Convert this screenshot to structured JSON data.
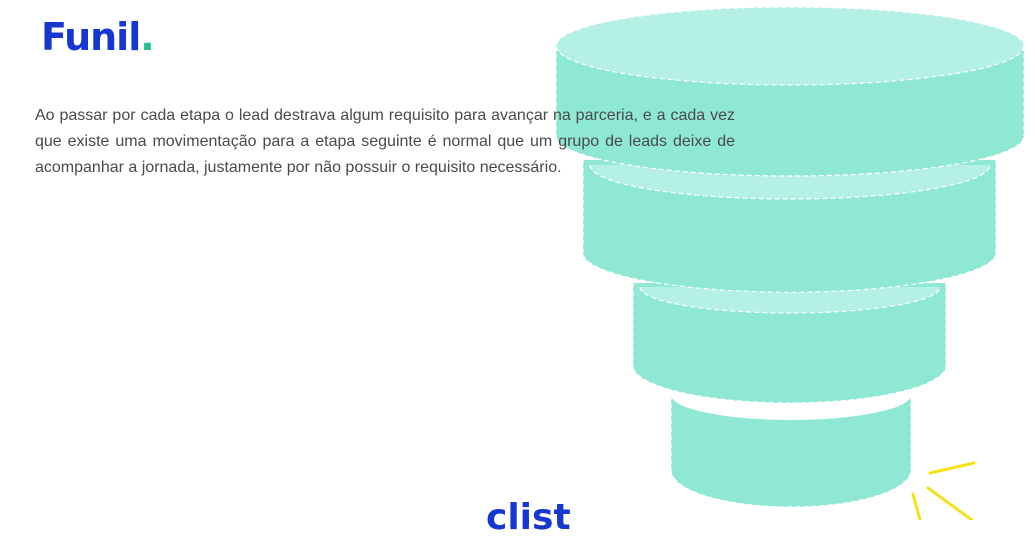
{
  "header": {
    "title": "Funil",
    "title_dot": "."
  },
  "body": {
    "paragraph": "Ao passar por cada etapa o lead destrava algum requisito para avançar na parceria, e a cada vez que existe uma movimentação para a etapa seguinte é normal que um grupo de leads deixe de acompanhar a jornada, justamente por não possuir o requisito necessário."
  },
  "footer": {
    "partial_word": "clist"
  },
  "colors": {
    "title": "#1638d0",
    "accent_dot": "#22c09a",
    "text": "#4a4a4a",
    "funnel_side": "#8ee8d4",
    "funnel_top": "#b5f0e4",
    "funnel_dash": "#ffffff",
    "sparkle": "#f5e11c"
  },
  "illustration": {
    "name": "funnel-illustration",
    "tiers": 4
  }
}
